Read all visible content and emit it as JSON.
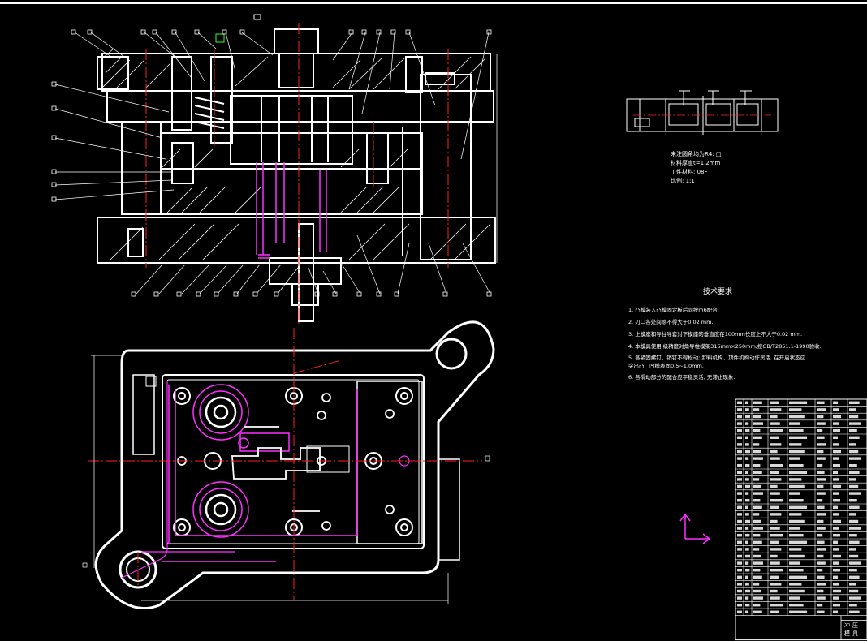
{
  "colors": {
    "background": "#000000",
    "line": "#ffffff",
    "center_line": "#ff2020",
    "hidden_part": "#ff30ff",
    "ucs": "#ff30ff",
    "grip": "#30ff30"
  },
  "part_note": {
    "lines": [
      "未注圆角均为R4: □",
      "材料厚度t=1.2mm",
      "工件材料: 08F",
      "比例: 1:1"
    ]
  },
  "tech": {
    "title": "技术要求",
    "items": [
      "1. 凸模装入凸模固定板后同按m6配合.",
      "2. 刃口各处间隙不得大于0.02 mm.",
      "3. 上模座和导柱导套对下模座的垂直度在100mm长度上不大于0.02 mm.",
      "4. 本模具使用Ⅰ级精度对角导柱模架315mm×250mm,按GB/T2851.1-1990验收.",
      "5. 各紧固螺钉、销钉不得松动; 卸料机构、顶件机构动作灵活, 在开启状态应",
      "   突出凸、凹模表面0.5~1.0mm.",
      "6. 各滑动部分的配合应平稳灵活, 无滞止现象."
    ]
  },
  "title_block": {
    "cells": [
      "冲",
      "压",
      "模",
      "具"
    ]
  },
  "markers": {
    "dim_box": "□"
  }
}
